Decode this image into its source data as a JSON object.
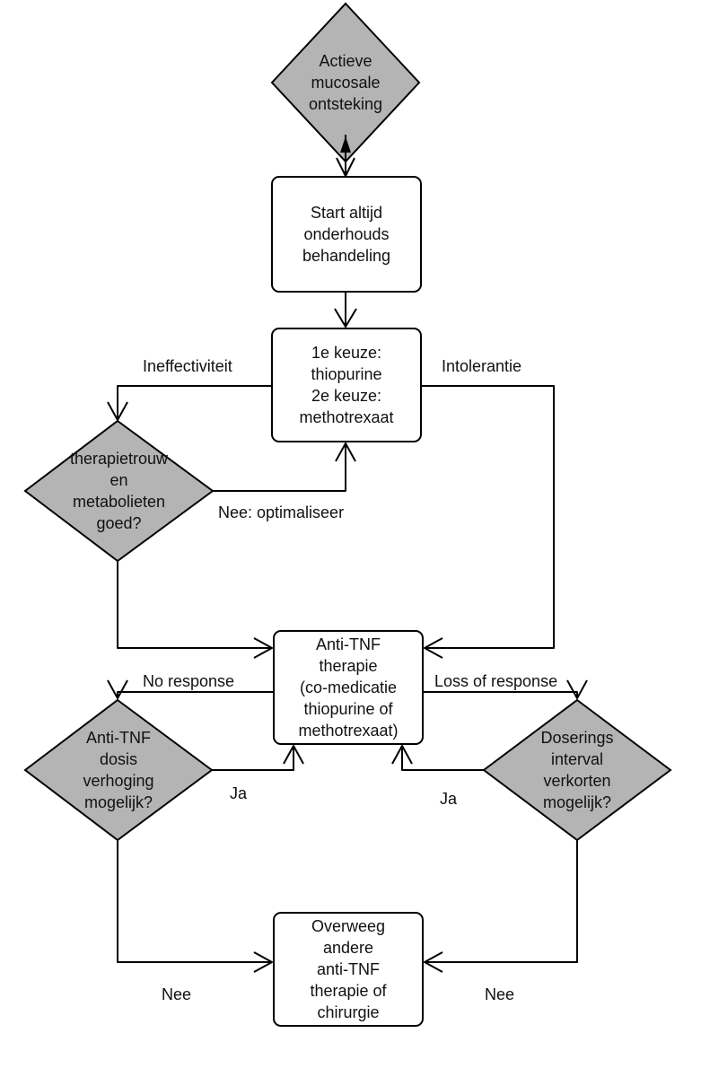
{
  "colors": {
    "line": "#000000",
    "diamond_fill": "#b4b4b4",
    "box_fill": "#ffffff"
  },
  "nodes": {
    "active_inflammation": "Actieve\nmucosale\nontsteking",
    "start_maintenance": "Start altijd\nonderhouds\nbehandeling",
    "first_choice": "1e keuze:\nthiopurine\n2e keuze:\nmethotrexaat",
    "adherence_check": "therapietrouw\nen\nmetabolieten\ngoed?",
    "anti_tnf": "Anti-TNF\ntherapie\n(co-medicatie\nthiopurine of\nmethotrexaat)",
    "dose_increase": "Anti-TNF\ndosis\nverhoging\nmogelijk?",
    "interval_shorten": "Doserings\ninterval\nverkorten\nmogelijk?",
    "consider_other": "Overweeg\nandere\nanti-TNF\ntherapie of\nchirurgie"
  },
  "edge_labels": {
    "ineffectiviteit": "Ineffectiviteit",
    "intolerantie": "Intolerantie",
    "nee_optimaliseer": "Nee: optimaliseer",
    "no_response": "No response",
    "loss_of_response": "Loss of response",
    "ja_left": "Ja",
    "ja_right": "Ja",
    "nee_left": "Nee",
    "nee_right": "Nee"
  }
}
